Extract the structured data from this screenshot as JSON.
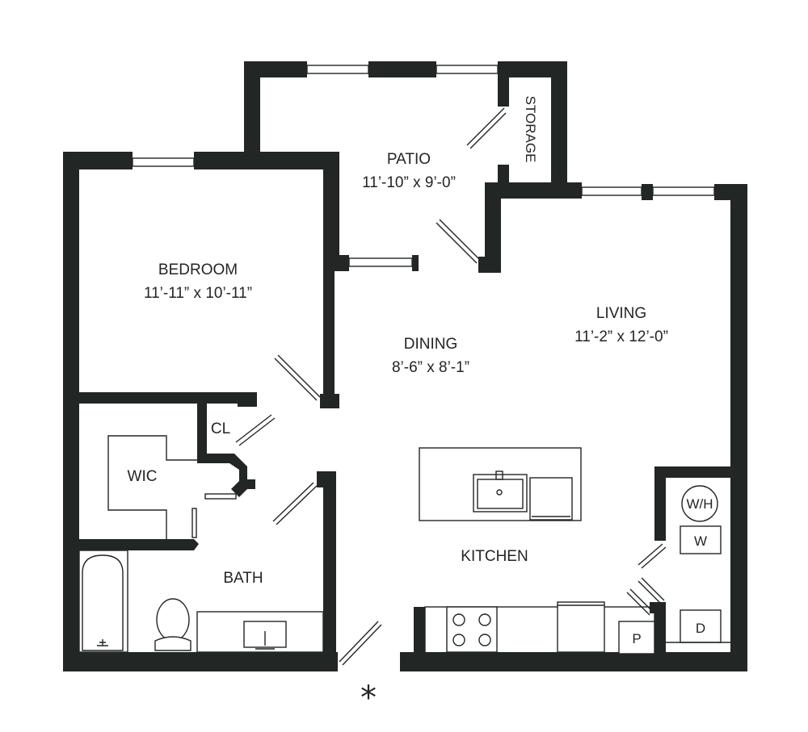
{
  "rooms": {
    "patio": {
      "name": "PATIO",
      "dims": "11’-10” x 9’-0”"
    },
    "storage": {
      "name": "STORAGE"
    },
    "bedroom": {
      "name": "BEDROOM",
      "dims": "11’-11” x 10’-11”"
    },
    "dining": {
      "name": "DINING",
      "dims": "8’-6” x 8’-1”"
    },
    "living": {
      "name": "LIVING",
      "dims": "11’-2” x 12’-0”"
    },
    "closet": {
      "name": "CL"
    },
    "wic": {
      "name": "WIC"
    },
    "bath": {
      "name": "BATH"
    },
    "kitchen": {
      "name": "KITCHEN"
    }
  },
  "appliances": {
    "water_heater": "W/H",
    "washer": "W",
    "dryer": "D",
    "pantry": "P"
  },
  "entry_marker": "*",
  "colors": {
    "wall": "#222625",
    "background": "#ffffff"
  }
}
